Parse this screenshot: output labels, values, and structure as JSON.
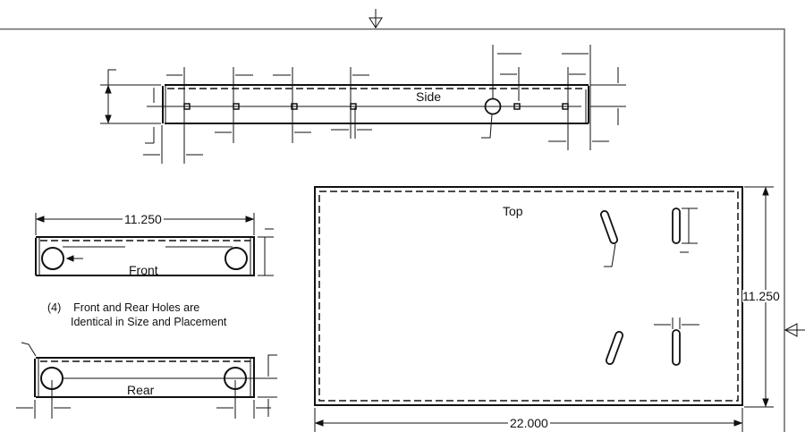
{
  "drawing": {
    "views": {
      "side": {
        "label": "Side"
      },
      "top": {
        "label": "Top"
      },
      "front": {
        "label": "Front"
      },
      "rear": {
        "label": "Rear"
      }
    },
    "dimensions": {
      "front_width": "11.250",
      "top_width": "22.000",
      "top_height": "11.250"
    },
    "note": {
      "line1": "(4)    Front and Rear Holes are",
      "line2": "Identical in Size and Placement"
    },
    "markers": {
      "top_datum": "datum-triangle-down",
      "right_datum": "datum-triangle-left"
    },
    "colors": {
      "line": "#111111",
      "frame": "#666666",
      "background": "#ffffff"
    }
  }
}
